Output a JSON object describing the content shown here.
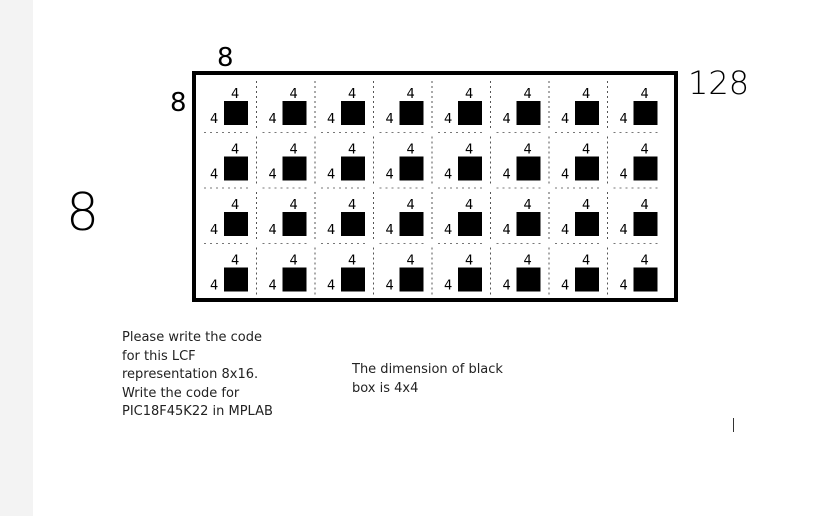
{
  "sketch": {
    "top_label": "8",
    "corner_label": "8",
    "side_label": "8",
    "width_label": "128",
    "grid": {
      "rows": 4,
      "cols": 8,
      "box_height_label": "4",
      "box_width_label": "4"
    }
  },
  "notes": {
    "request_lines": [
      "Please write the code",
      "for this LCF",
      "representation 8x16.",
      "Write the code for",
      "PIC18F45K22 in MPLAB"
    ],
    "dimension_lines": [
      "The dimension of black",
      "box is 4x4"
    ]
  }
}
